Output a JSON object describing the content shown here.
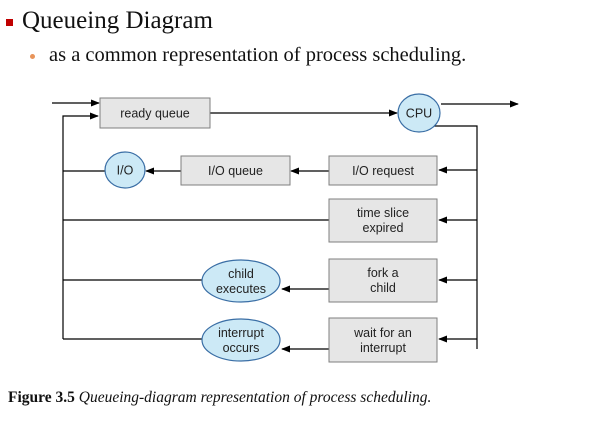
{
  "slide": {
    "title": "Queueing Diagram",
    "bullet": "as a common representation of process scheduling."
  },
  "diagram": {
    "ready_queue": "ready queue",
    "cpu": "CPU",
    "io_device": "I/O",
    "io_queue": "I/O queue",
    "io_request": "I/O request",
    "time_slice_line1": "time slice",
    "time_slice_line2": "expired",
    "fork_line1": "fork a",
    "fork_line2": "child",
    "child_line1": "child",
    "child_line2": "executes",
    "wait_line1": "wait for an",
    "wait_line2": "interrupt",
    "interrupt_line1": "interrupt",
    "interrupt_line2": "occurs"
  },
  "caption": {
    "label": "Figure 3.5",
    "text": "Queueing-diagram representation of process scheduling."
  }
}
